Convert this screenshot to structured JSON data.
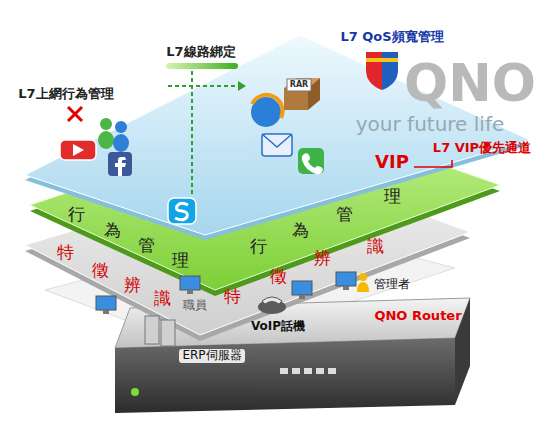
{
  "diagram": {
    "nodes": [
      {
        "text": [
          "VIP"
        ]
      },
      {
        "text": [
          "行",
          "為",
          "管",
          "理",
          "行",
          "為",
          "管",
          "理"
        ]
      },
      {
        "text": [
          "特",
          "徵",
          "辨",
          "識",
          "特",
          "徵",
          "辨",
          "識"
        ]
      }
    ],
    "labels": [
      "L7上網行為管理",
      "L7線路綁定",
      "L7 QoS頻寬管理",
      "L7 VIP優先通道",
      "RAR",
      "QNO",
      "your future life",
      "職員",
      "管理者",
      "VoIP話機",
      "QNO Router",
      "ERP伺服器"
    ]
  }
}
